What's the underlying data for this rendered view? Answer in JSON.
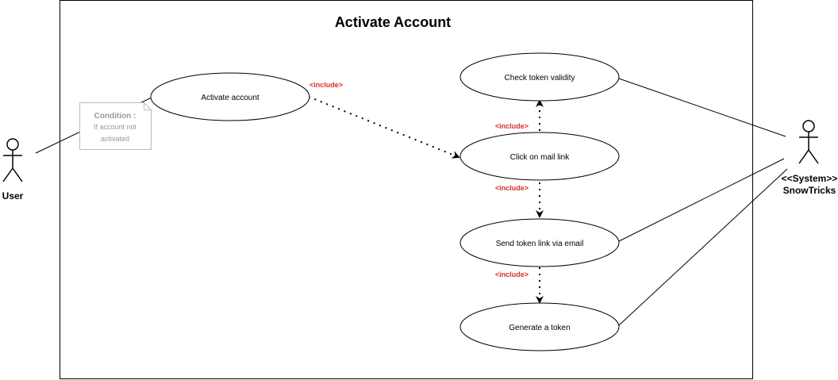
{
  "diagram": {
    "title": "Activate Account",
    "actors": {
      "user": {
        "label": "User"
      },
      "system": {
        "stereotype": "<<System>>",
        "name": "SnowTricks"
      }
    },
    "use_cases": {
      "activate_account": "Activate account",
      "check_token_validity": "Check token validity",
      "click_mail_link": "Click on mail link",
      "send_token_link": "Send token link via email",
      "generate_token": "Generate a token"
    },
    "include_labels": {
      "activate_to_click": "<include>",
      "click_to_check": "<include>",
      "click_to_send": "<include>",
      "send_to_generate": "<include>"
    },
    "note": {
      "title": "Condition :",
      "line1": "If account not",
      "line2": "activated"
    },
    "colors": {
      "include_label": "#d32f2f",
      "note_text": "#999999",
      "note_border": "#bbbbbb"
    }
  }
}
